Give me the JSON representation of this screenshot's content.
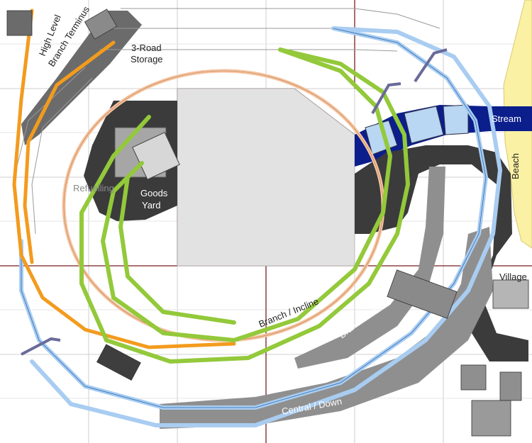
{
  "labels": {
    "high_level": "High Level",
    "branch_terminus": "Branch Terminus",
    "road_storage": "3-Road",
    "storage": "Storage",
    "refuelling": "Refuelling",
    "goods": "Goods",
    "yard": "Yard",
    "stream": "Stream",
    "beach": "Beach",
    "village": "Village",
    "branch_incline": "Branch / Incline",
    "branch_up": "Branch / Up",
    "central_down": "Central / Down"
  },
  "colors": {
    "orange_track": "#f39b1e",
    "blue_track": "#a9cdf1",
    "green_track": "#93c93a",
    "peach_track": "#f6c39e",
    "platform": "#8f8f8f",
    "dark_area": "#3b3b3b",
    "water": "#0b1e8c",
    "beach": "#fbf1a4",
    "baseboard_line": "#7a1f1f",
    "grid": "#c8c8c8"
  }
}
